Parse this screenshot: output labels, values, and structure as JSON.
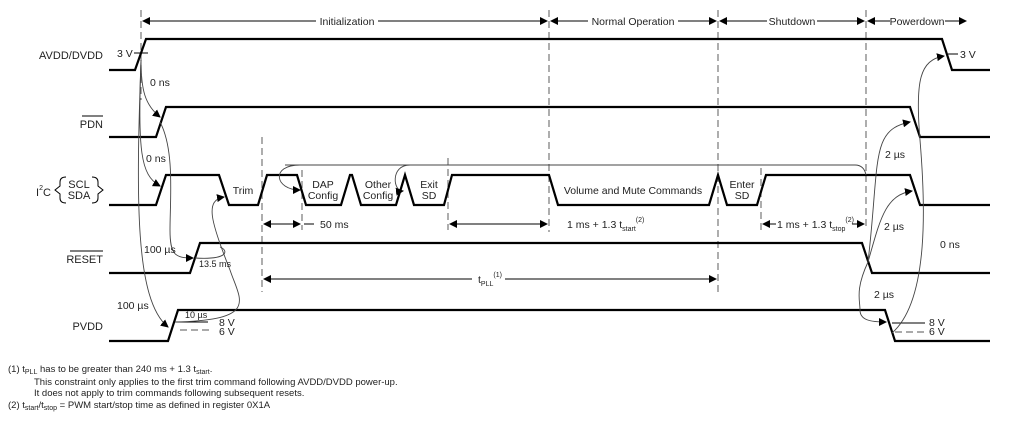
{
  "phases": [
    "Initialization",
    "Normal Operation",
    "Shutdown",
    "Powerdown"
  ],
  "signals": {
    "avdd": "AVDD/DVDD",
    "pdn": "PDN",
    "i2c_prefix": "I",
    "i2c_sup": "2",
    "i2c_suffix": "C",
    "scl": "SCL",
    "sda": "SDA",
    "reset": "RESET",
    "pvdd": "PVDD"
  },
  "commands": {
    "trim": "Trim",
    "dap1": "DAP",
    "dap2": "Config",
    "other1": "Other",
    "other2": "Config",
    "exit1": "Exit",
    "exit2": "SD",
    "volume": "Volume and Mute Commands",
    "enter1": "Enter",
    "enter2": "SD"
  },
  "annotations": {
    "v3_left": "3 V",
    "v3_right": "3 V",
    "ns0_a": "0 ns",
    "ns0_b": "0 ns",
    "ns0_c": "0 ns",
    "us100_a": "100 µs",
    "us100_b": "100 µs",
    "ms13_5": "13.5 ms",
    "us10": "10 µs",
    "v8_left": "8 V",
    "v6_left": "6 V",
    "v8_right": "8 V",
    "v6_right": "6 V",
    "ms50": "50 ms",
    "tstart_pre": "1 ms + 1.3 t",
    "tstart_sub": "start",
    "tstart_note": "(2)",
    "tstop_pre": "1 ms + 1.3 t",
    "tstop_sub": "stop",
    "tstop_note": "(2)",
    "tpll": "t",
    "tpll_sub": "PLL",
    "tpll_note": "(1)",
    "us2_a": "2 µs",
    "us2_b": "2 µs",
    "us2_c": "2 µs"
  },
  "footnotes": {
    "f1_num": "(1) t",
    "f1_sub": "PLL",
    "f1_text": " has to be greater than 240 ms + 1.3 t",
    "f1_sub2": "start",
    "f1_end": ".",
    "f1_line2": "This constraint only applies to the first trim command following AVDD/DVDD power-up.",
    "f1_line3": "It does not apply to trim commands following subsequent resets.",
    "f2_pre": "(2) t",
    "f2_sub1": "start",
    "f2_mid": "/t",
    "f2_sub2": "stop",
    "f2_text": " = PWM start/stop time as defined in register 0X1A"
  }
}
